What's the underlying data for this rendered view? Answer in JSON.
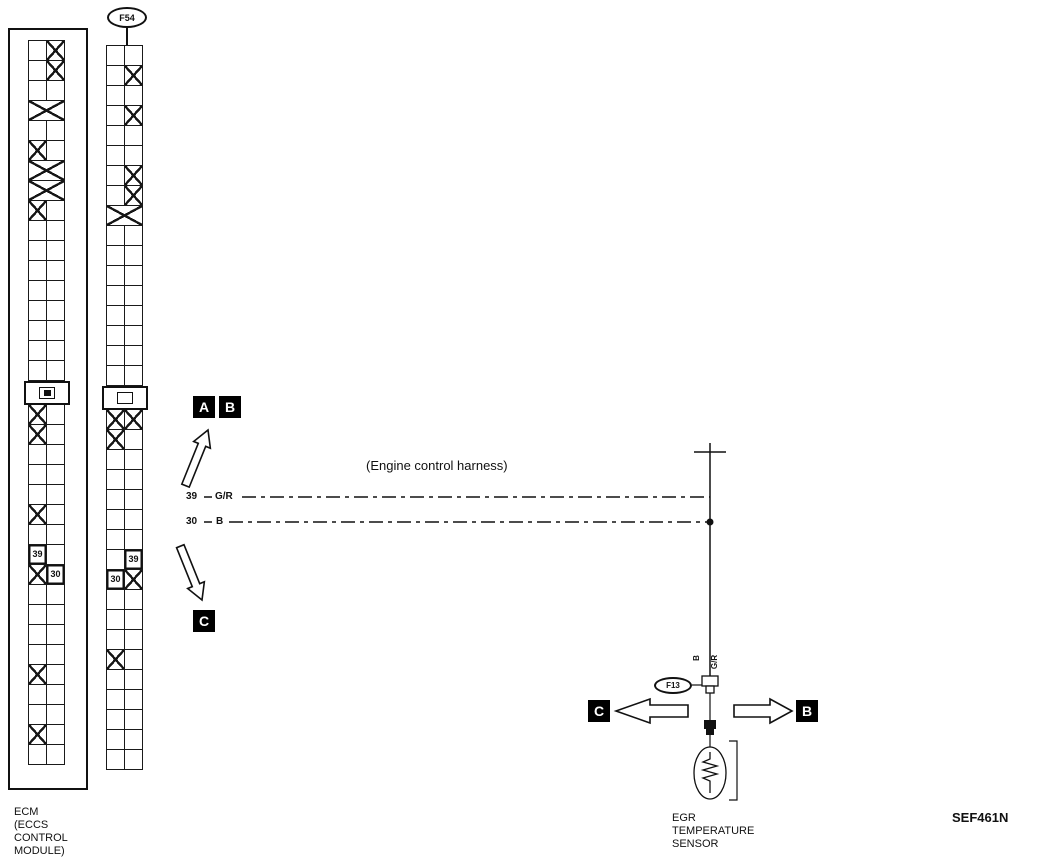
{
  "ecm": {
    "label_lines": [
      "ECM",
      "(ECCS",
      "CONTROL",
      "MODULE)"
    ]
  },
  "connectors": {
    "f54": "F54",
    "f13": "F13"
  },
  "callouts": {
    "a": "A",
    "b": "B",
    "c": "C"
  },
  "wires": {
    "w39": {
      "pin": "39",
      "color": "G/R"
    },
    "w30": {
      "pin": "30",
      "color": "B"
    },
    "vertical_labels": {
      "b": "B",
      "gr": "G/R"
    }
  },
  "harness_label": "(Engine control harness)",
  "sensor": {
    "label_lines": [
      "EGR",
      "TEMPERATURE",
      "SENSOR"
    ]
  },
  "ref_code": "SEF461N",
  "grids": {
    "left": {
      "box_style": "filled",
      "rows": [
        ".x",
        ".x",
        "..",
        "W",
        "..",
        "x.",
        "W",
        "W",
        "x.",
        "..",
        "..",
        "..",
        "..",
        "..",
        "..",
        "..",
        "..",
        "BB",
        "x.",
        "x.",
        "..",
        "..",
        "..",
        "x.",
        "..",
        "9.",
        "x0",
        "..",
        "..",
        "..",
        "..",
        "x.",
        "..",
        "..",
        "x.",
        ".."
      ]
    },
    "right": {
      "box_style": "open",
      "rows": [
        "..",
        ".x",
        "..",
        ".x",
        "..",
        "..",
        ".x",
        ".x",
        "W",
        "..",
        "..",
        "..",
        "..",
        "..",
        "..",
        "..",
        "..",
        "BB",
        "xx",
        "x.",
        "..",
        "..",
        "..",
        "..",
        "..",
        ".9",
        "0x",
        "..",
        "..",
        "..",
        "x.",
        "..",
        "..",
        "..",
        "..",
        ".."
      ]
    }
  }
}
